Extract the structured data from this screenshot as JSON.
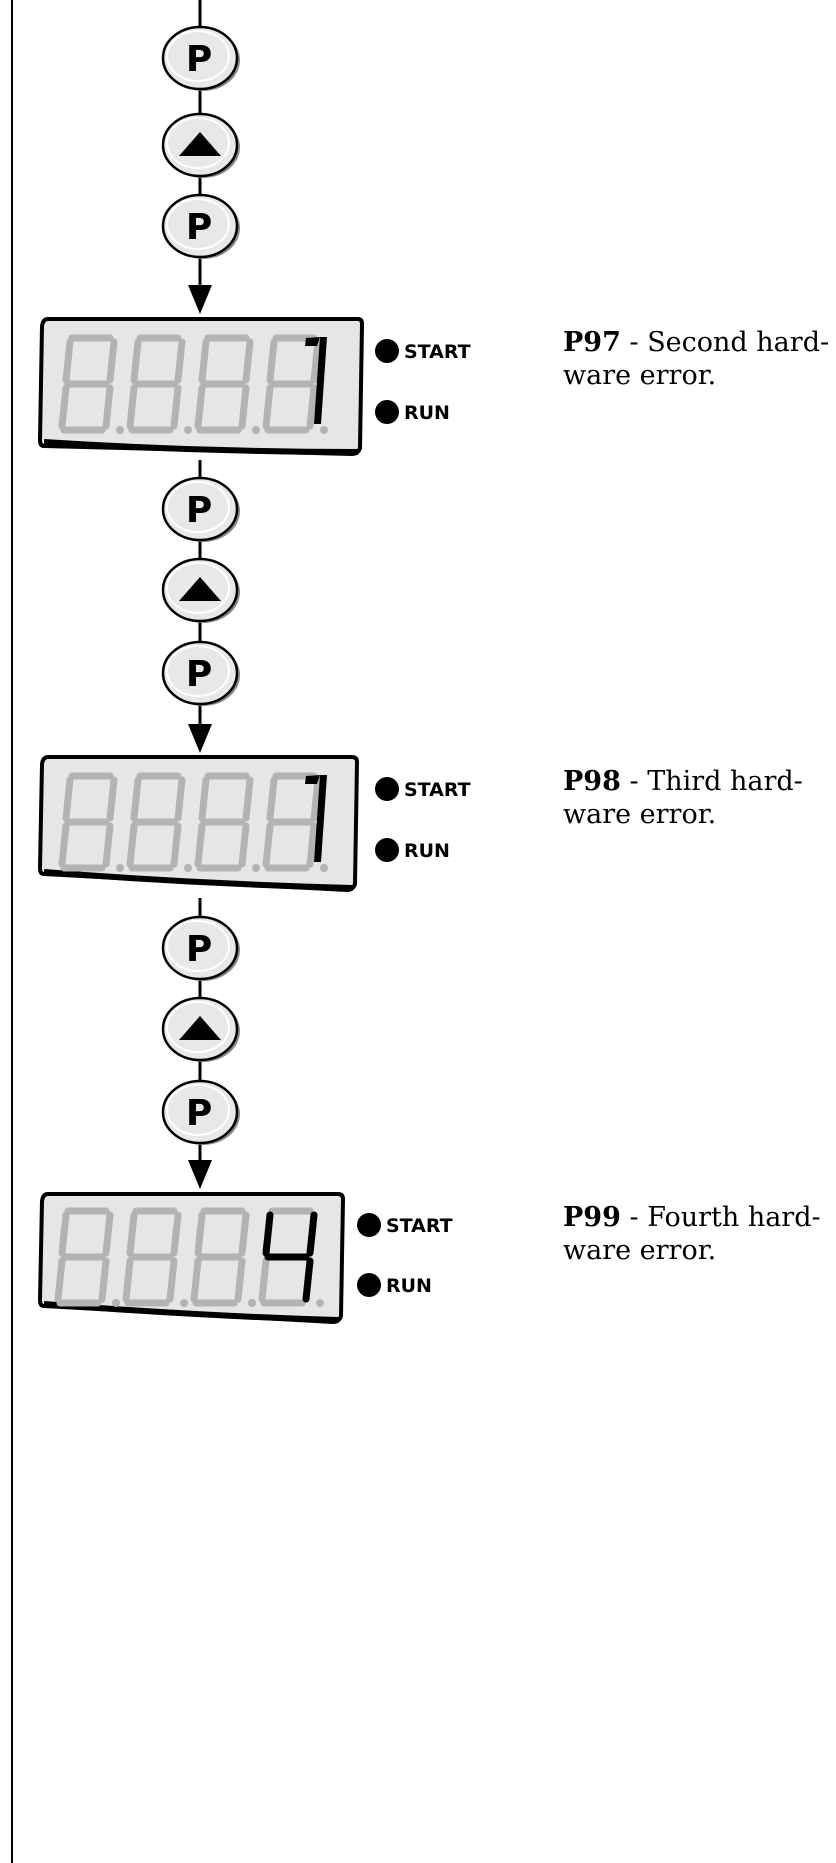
{
  "keys": {
    "p_label": "P"
  },
  "indicators": {
    "start_label": "START",
    "run_label": "RUN"
  },
  "steps": [
    {
      "display_digit": "1",
      "code": "P97",
      "sep": " - ",
      "text": "Second hard-ware error."
    },
    {
      "display_digit": "1",
      "code": "P98",
      "sep": " - ",
      "text": "Third hard-ware error."
    },
    {
      "display_digit": "4",
      "code": "P99",
      "sep": " - ",
      "text": "Fourth hard-ware error."
    }
  ],
  "colors": {
    "ghost_segment": "#b3b3b3",
    "display_bg": "#e6e6e6",
    "key_bg": "#e8e8e8",
    "ink": "#000000"
  },
  "icons": [
    "p-key-icon",
    "up-arrow-key-icon",
    "down-arrow-icon",
    "led-dot-icon",
    "seven-segment-display"
  ]
}
